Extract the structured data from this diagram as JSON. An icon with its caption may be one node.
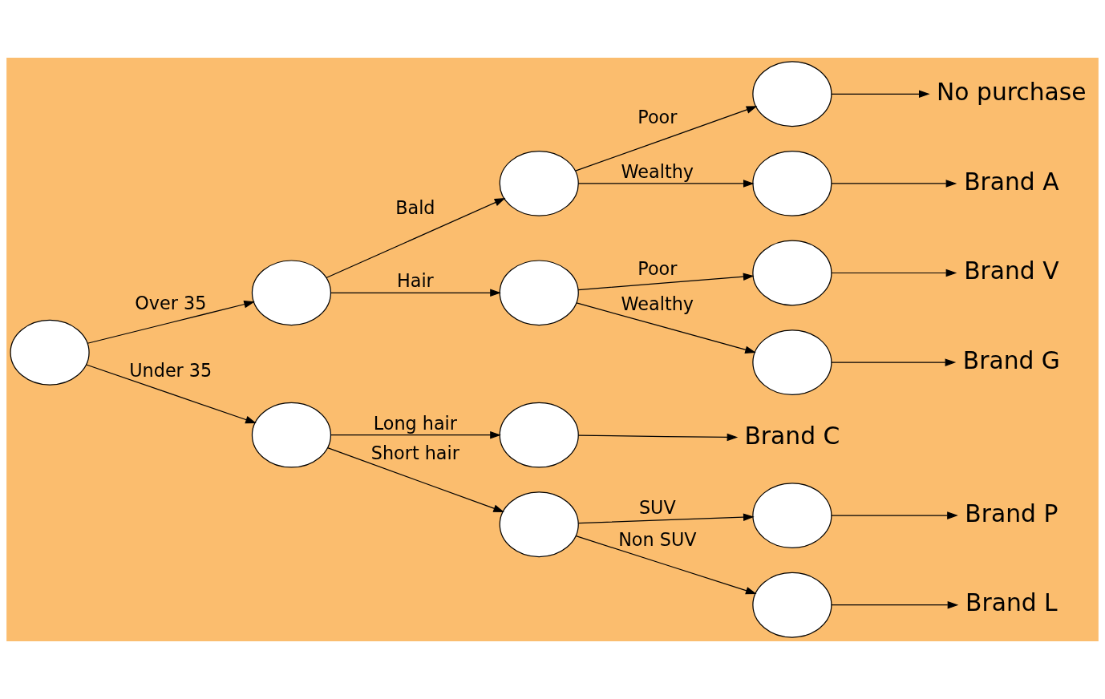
{
  "diagram": {
    "nodes": [
      {
        "text": [],
        "shape": "circle"
      },
      {
        "text": [],
        "shape": "circle"
      },
      {
        "text": [],
        "shape": "circle"
      },
      {
        "text": [],
        "shape": "circle"
      },
      {
        "text": [],
        "shape": "circle"
      },
      {
        "text": [],
        "shape": "circle"
      },
      {
        "text": [],
        "shape": "circle"
      },
      {
        "text": [],
        "shape": "circle"
      },
      {
        "text": [],
        "shape": "circle"
      },
      {
        "text": [],
        "shape": "circle"
      },
      {
        "text": [],
        "shape": "circle"
      },
      {
        "text": [],
        "shape": "circle"
      },
      {
        "text": [],
        "shape": "circle"
      },
      {
        "text": [
          "No purchase"
        ]
      },
      {
        "text": [
          "Brand A"
        ]
      },
      {
        "text": [
          "Brand V"
        ]
      },
      {
        "text": [
          "Brand G"
        ]
      },
      {
        "text": [
          "Brand C"
        ]
      },
      {
        "text": [
          "Brand P"
        ]
      },
      {
        "text": [
          "Brand L"
        ]
      }
    ],
    "edges": [
      {
        "from": 0,
        "to": 1,
        "arrow": "to",
        "label": "Over 35"
      },
      {
        "from": 0,
        "to": 2,
        "arrow": "to",
        "label": "Under 35"
      },
      {
        "from": 1,
        "to": 3,
        "arrow": "to",
        "label": "Bald"
      },
      {
        "from": 1,
        "to": 4,
        "arrow": "to",
        "label": "Hair"
      },
      {
        "from": 2,
        "to": 5,
        "arrow": "to",
        "label": "Long hair"
      },
      {
        "from": 2,
        "to": 6,
        "arrow": "to",
        "label": "Short hair"
      },
      {
        "from": 3,
        "to": 7,
        "arrow": "to",
        "label": "Poor"
      },
      {
        "from": 3,
        "to": 8,
        "arrow": "to",
        "label": "Wealthy"
      },
      {
        "from": 4,
        "to": 9,
        "arrow": "to",
        "label": "Poor"
      },
      {
        "from": 4,
        "to": 10,
        "arrow": "to",
        "label": "Wealthy"
      },
      {
        "from": 5,
        "to": 17,
        "arrow": "to"
      },
      {
        "from": 6,
        "to": 11,
        "arrow": "to",
        "label": "SUV"
      },
      {
        "from": 6,
        "to": 12,
        "arrow": "to",
        "label": "Non SUV"
      },
      {
        "from": 7,
        "to": 13,
        "arrow": "to"
      },
      {
        "from": 8,
        "to": 14,
        "arrow": "to"
      },
      {
        "from": 9,
        "to": 15,
        "arrow": "to"
      },
      {
        "from": 10,
        "to": 16,
        "arrow": "to"
      },
      {
        "from": 11,
        "to": 18,
        "arrow": "to"
      },
      {
        "from": 12,
        "to": 19,
        "arrow": "to"
      }
    ]
  }
}
